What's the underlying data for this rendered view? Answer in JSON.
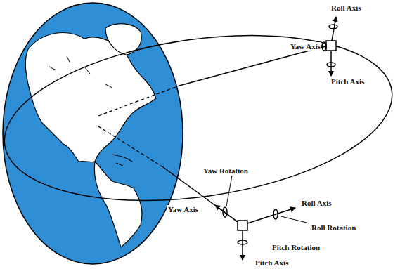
{
  "diagram": {
    "labels": [
      "Roll Axis",
      "Yaw Axis",
      "Pitch Axis",
      "Yaw Rotation",
      "Roll Axis",
      "Yaw Axis",
      "Roll Rotation",
      "Pitch Rotation",
      "Pitch Axis"
    ]
  }
}
